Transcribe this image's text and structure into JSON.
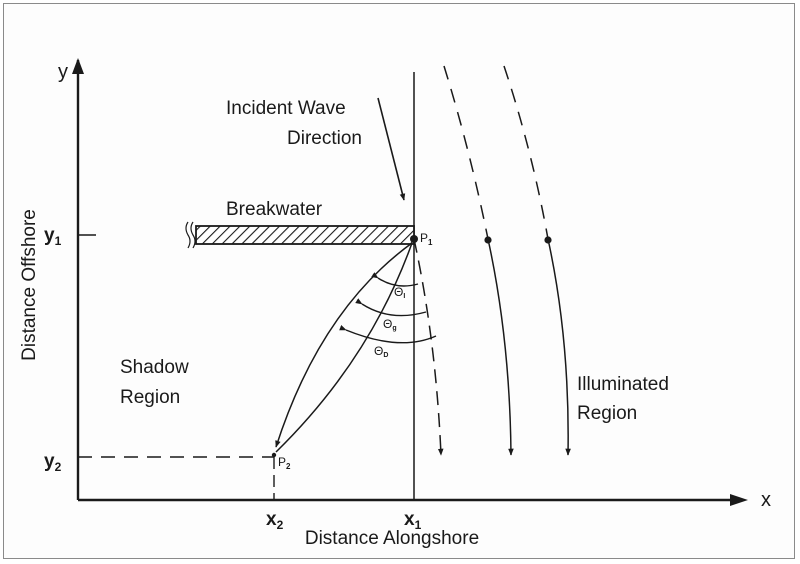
{
  "axes": {
    "x_letter": "x",
    "y_letter": "y",
    "x_title": "Distance Alongshore",
    "y_title": "Distance Offshore"
  },
  "ticks": {
    "y1": {
      "main": "y",
      "sub": "1"
    },
    "y2": {
      "main": "y",
      "sub": "2"
    },
    "x1": {
      "main": "x",
      "sub": "1"
    },
    "x2": {
      "main": "x",
      "sub": "2"
    }
  },
  "labels": {
    "incident_line1": "Incident Wave",
    "incident_line2": "Direction",
    "breakwater": "Breakwater",
    "shadow_line1": "Shadow",
    "shadow_line2": "Region",
    "illuminated_line1": "Illuminated",
    "illuminated_line2": "Region"
  },
  "points": {
    "p1": {
      "main": "P",
      "sub": "1"
    },
    "p2": {
      "main": "P",
      "sub": "2"
    }
  },
  "angles": {
    "theta_i": {
      "main": "Θ",
      "sub": "I"
    },
    "theta_g": {
      "main": "Θ",
      "sub": "g"
    },
    "theta_d": {
      "main": "Θ",
      "sub": "D"
    }
  },
  "colors": {
    "ink": "#1a1a1a",
    "frame": "#8a8a8a"
  }
}
